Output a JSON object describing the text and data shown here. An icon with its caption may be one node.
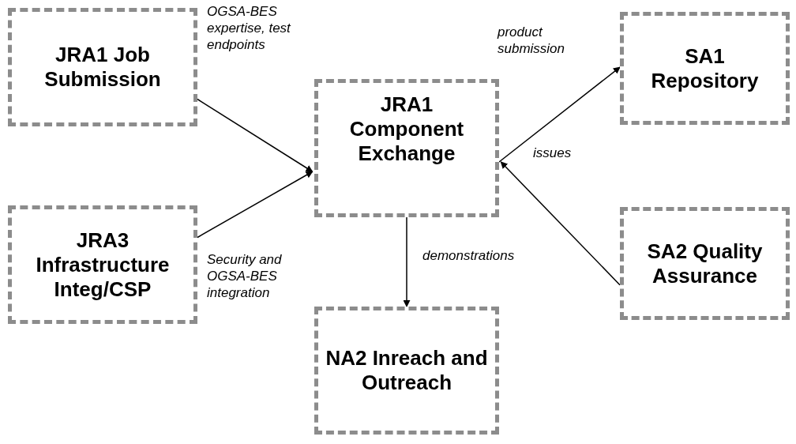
{
  "diagram": {
    "nodes": [
      {
        "text": [
          "JRA1 Job Submission"
        ]
      },
      {
        "text": [
          "SA1 Repository"
        ]
      },
      {
        "text": [
          "JRA1 Component Exchange"
        ]
      },
      {
        "text": [
          "JRA3 Infrastructure Integ/CSP"
        ]
      },
      {
        "text": [
          "SA2 Quality Assurance"
        ]
      },
      {
        "text": [
          "NA2 Inreach and Outreach"
        ]
      }
    ],
    "edges": [
      {
        "from": 0,
        "to": 2,
        "arrow": "to",
        "label": "OGSA-BES expertise, test endpoints"
      },
      {
        "from": 3,
        "to": 2,
        "arrow": "to",
        "label": "Security and OGSA-BES integration"
      },
      {
        "from": 2,
        "to": 1,
        "arrow": "to",
        "label": "product submission"
      },
      {
        "from": 4,
        "to": 2,
        "arrow": "to",
        "label": "issues"
      },
      {
        "from": 2,
        "to": 5,
        "arrow": "to",
        "label": "demonstrations"
      }
    ]
  }
}
